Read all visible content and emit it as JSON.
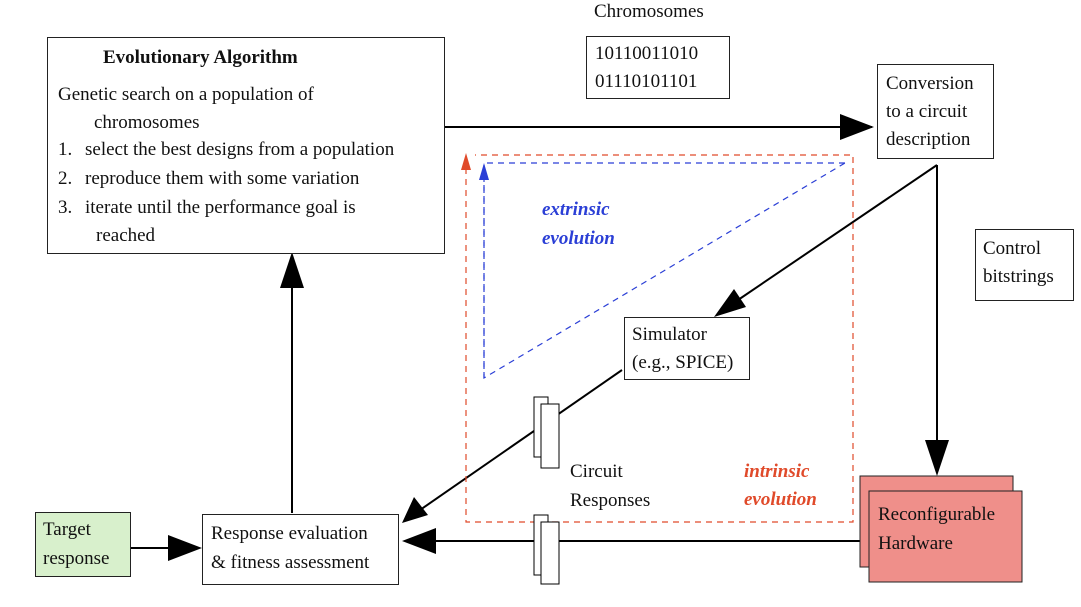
{
  "chromosomes": {
    "label": "Chromosomes",
    "lines": [
      "10110011010",
      "01110101101"
    ]
  },
  "evolutionary_algorithm": {
    "title": "Evolutionary Algorithm",
    "intro_line1": "Genetic search on a population of",
    "intro_line2": "chromosomes",
    "steps": [
      {
        "num": "1.",
        "text": "select the best designs from a population"
      },
      {
        "num": "2.",
        "text": "reproduce them with some variation"
      },
      {
        "num": "3.",
        "text": "iterate until the performance goal is"
      }
    ],
    "step3_cont": "reached"
  },
  "conversion": {
    "lines": [
      "Conversion",
      "to a circuit",
      "description"
    ]
  },
  "control": {
    "lines": [
      "Control",
      "bitstrings"
    ]
  },
  "simulator": {
    "lines": [
      "Simulator",
      "(e.g., SPICE)"
    ]
  },
  "extrinsic": {
    "lines": [
      "extrinsic",
      "evolution"
    ],
    "color": "#2b3fd6"
  },
  "intrinsic": {
    "lines": [
      "intrinsic",
      "evolution"
    ],
    "color": "#e04a2a"
  },
  "circuit_responses": {
    "lines": [
      "Circuit",
      "Responses"
    ]
  },
  "target": {
    "lines": [
      "Target",
      "response"
    ],
    "color": "#d8f0cc"
  },
  "response_eval": {
    "lines": [
      "Response evaluation",
      "& fitness assessment"
    ]
  },
  "hardware": {
    "lines": [
      "Reconfigurable",
      "Hardware"
    ],
    "color": "#ef8f8a"
  }
}
